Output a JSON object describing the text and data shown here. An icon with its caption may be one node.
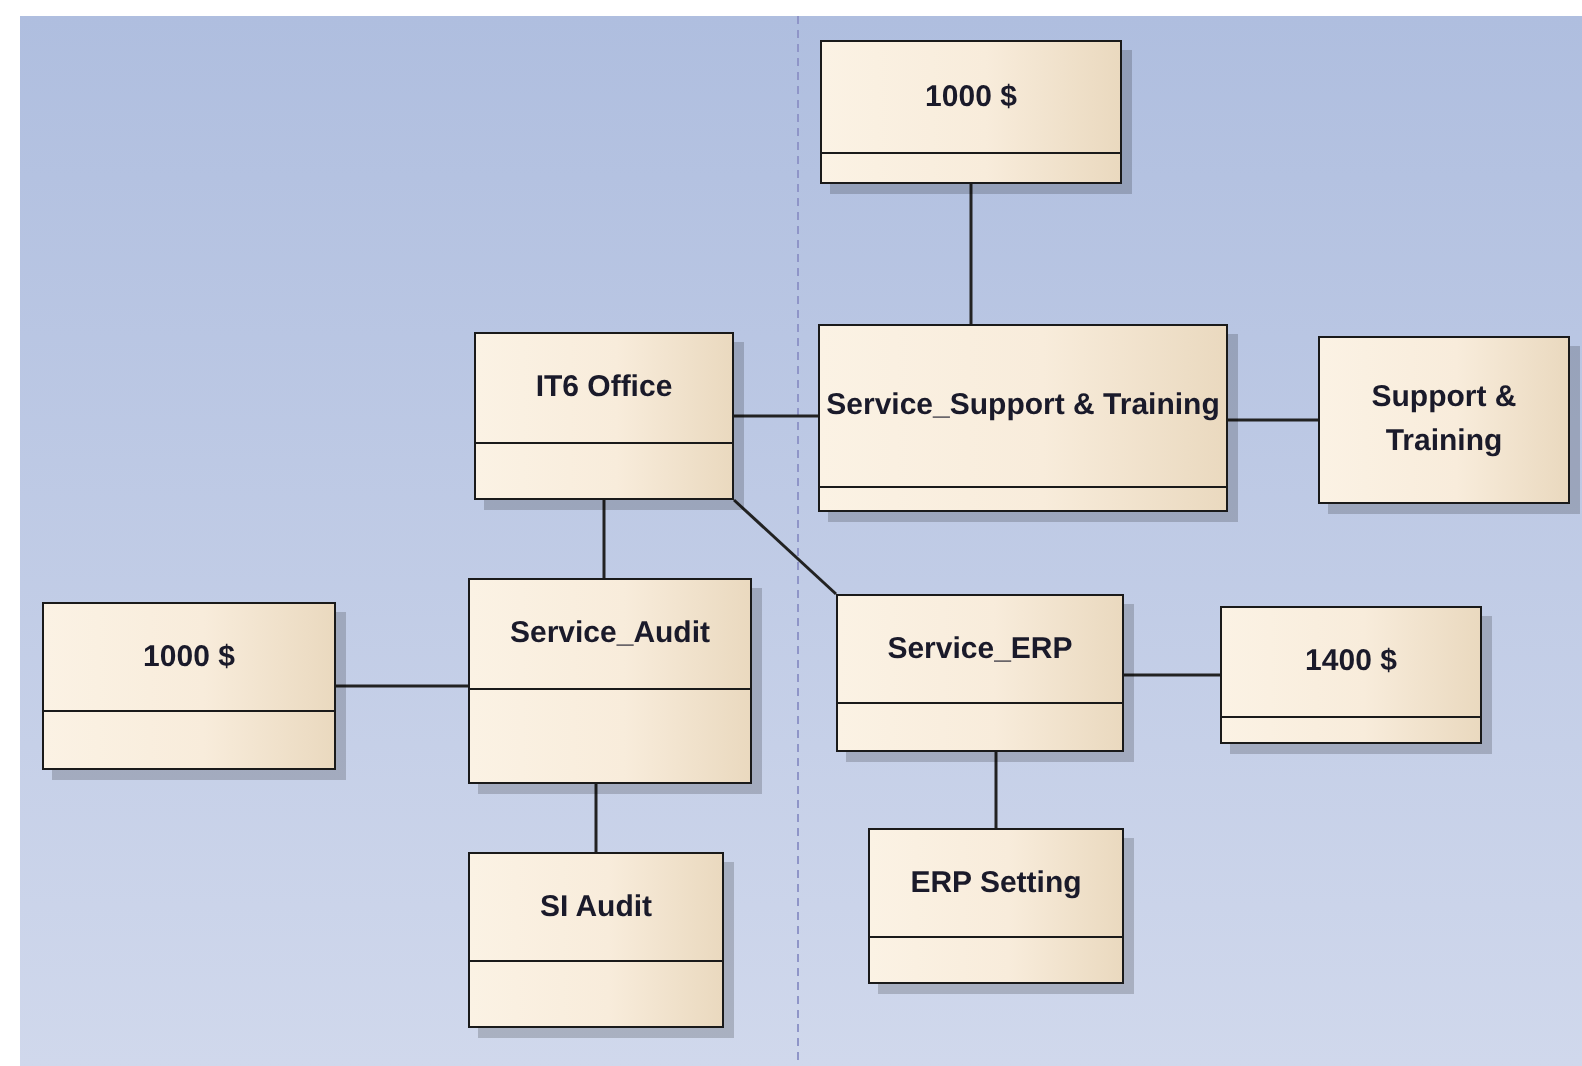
{
  "diagram": {
    "nodes": [
      {
        "text": [
          "1000 $"
        ]
      },
      {
        "text": [
          "IT6 Office"
        ]
      },
      {
        "text": [
          "Service_Support & Training"
        ]
      },
      {
        "text": [
          "Support & Training"
        ]
      },
      {
        "text": [
          "1000 $"
        ]
      },
      {
        "text": [
          "Service_Audit"
        ]
      },
      {
        "text": [
          "Service_ERP"
        ]
      },
      {
        "text": [
          "1400 $"
        ]
      },
      {
        "text": [
          "SI Audit"
        ]
      },
      {
        "text": [
          "ERP Setting"
        ]
      }
    ],
    "edges": [
      {
        "from": 0,
        "to": 2,
        "arrow": "none"
      },
      {
        "from": 1,
        "to": 2,
        "arrow": "none"
      },
      {
        "from": 2,
        "to": 3,
        "arrow": "none"
      },
      {
        "from": 1,
        "to": 5,
        "arrow": "none"
      },
      {
        "from": 1,
        "to": 6,
        "arrow": "none"
      },
      {
        "from": 4,
        "to": 5,
        "arrow": "none"
      },
      {
        "from": 6,
        "to": 7,
        "arrow": "none"
      },
      {
        "from": 5,
        "to": 8,
        "arrow": "none"
      },
      {
        "from": 6,
        "to": 9,
        "arrow": "none"
      }
    ]
  }
}
